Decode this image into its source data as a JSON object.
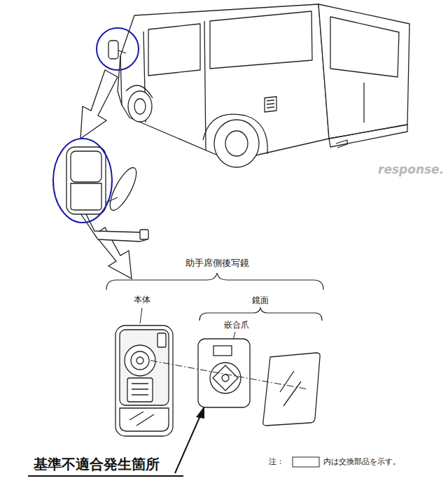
{
  "diagram": {
    "labels": [
      "助手席側後写鏡",
      "本体",
      "鏡面",
      "嵌合爪",
      "基準不適合発生箇所",
      "注：",
      "内は交換部品を示す。",
      "response."
    ]
  }
}
